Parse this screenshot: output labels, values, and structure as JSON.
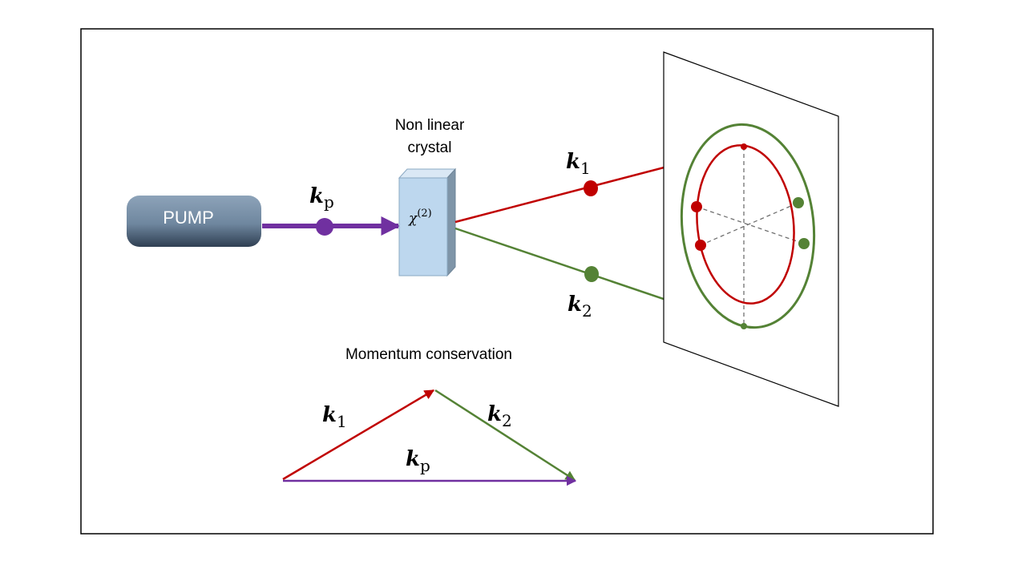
{
  "pump": {
    "label": "PUMP"
  },
  "crystal": {
    "title_line1": "Non linear",
    "title_line2": "crystal",
    "chi_symbol": "χ",
    "chi_order": "(2)"
  },
  "labels": {
    "k_symbol": "k",
    "pump_sub": "p",
    "signal_sub": "1",
    "idler_sub": "2",
    "momentum_title": "Momentum conservation"
  },
  "colors": {
    "pump": "#7030a0",
    "signal": "#c00000",
    "idler": "#548235",
    "crystal_front": "#bdd7ee",
    "pump_box": "#7f96ad"
  }
}
